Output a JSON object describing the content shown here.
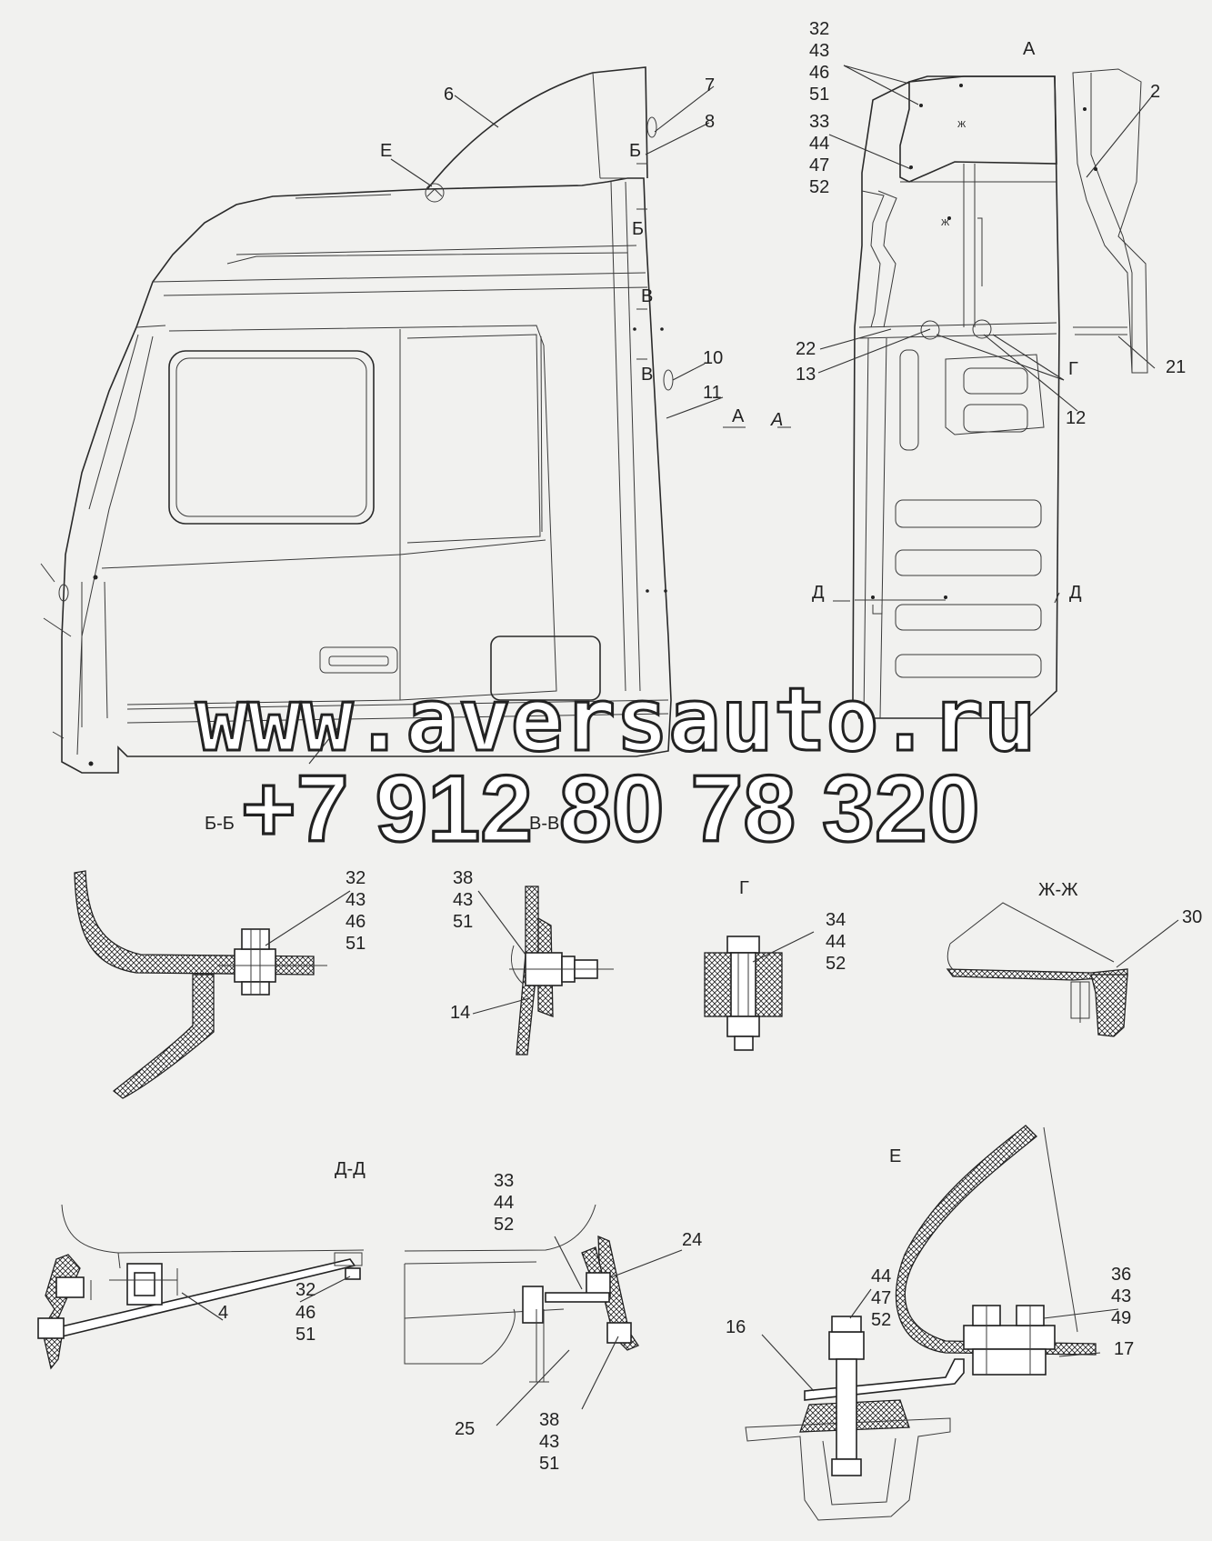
{
  "main_view": {
    "callouts": [
      "6",
      "7",
      "8",
      "E",
      "Б",
      "Б",
      "В",
      "В",
      "10",
      "11",
      "А",
      "А"
    ]
  },
  "side_view": {
    "group_top": [
      "32",
      "43",
      "46",
      "51"
    ],
    "group_mid": [
      "33",
      "44",
      "47",
      "52"
    ],
    "marker_a": "А",
    "callouts": [
      "2",
      "22",
      "13",
      "Г",
      "21",
      "12",
      "Д",
      "Д",
      "Ж",
      "Ж"
    ]
  },
  "sections": {
    "bb": {
      "title": "Б-Б",
      "labels": [
        "32",
        "43",
        "46",
        "51"
      ]
    },
    "vv": {
      "title": "В-В",
      "labels": [
        "38",
        "43",
        "51"
      ],
      "part": "14"
    },
    "g": {
      "title": "Г",
      "labels": [
        "34",
        "44",
        "52"
      ]
    },
    "zhzh": {
      "title": "Ж-Ж",
      "part": "30"
    },
    "dd": {
      "title": "Д-Д",
      "part4": "4",
      "left_labels": [
        "32",
        "46",
        "51"
      ],
      "top_labels": [
        "33",
        "44",
        "52"
      ],
      "part24": "24",
      "part25": "25",
      "bottom_labels": [
        "38",
        "43",
        "51"
      ]
    },
    "e": {
      "title": "Е",
      "left_labels": [
        "44",
        "47",
        "52"
      ],
      "right_labels": [
        "36",
        "43",
        "49"
      ],
      "part16": "16",
      "part17": "17"
    }
  },
  "watermark": {
    "url": "www.aversauto.ru",
    "phone": "+7 912 80 78 320"
  }
}
